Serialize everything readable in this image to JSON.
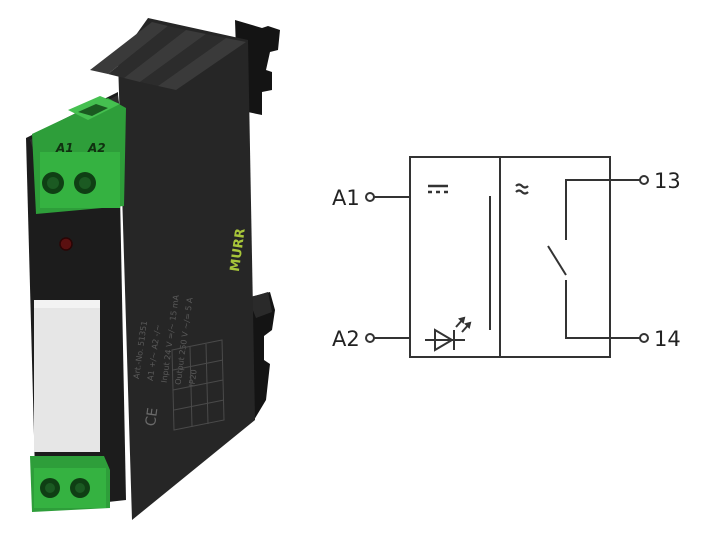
{
  "product": {
    "terminal_tags": [
      "A1",
      "A2"
    ],
    "brand_text": "MURR",
    "housing_text_lines": [
      "Art.-No. 51351",
      "A1 +/~  A2 -/~",
      "Input 24 V =/~ 15 mA",
      "Output 250 V ~/= 5 A",
      "IP20"
    ],
    "ce_mark": "CE",
    "colors": {
      "housing": "#1f1f1f",
      "terminal": "#3cb043",
      "label_patch": "#e6e6e6",
      "led": "#5a1010"
    }
  },
  "schematic": {
    "terminals": {
      "a1": "A1",
      "a2": "A2",
      "t13": "13",
      "t14": "14"
    },
    "symbols": {
      "dc_input": "dc-symbol",
      "ac_output": "ac-symbol",
      "led": "led-diode-symbol",
      "contact": "normally-open-contact"
    },
    "colors": {
      "line": "#333333"
    }
  }
}
